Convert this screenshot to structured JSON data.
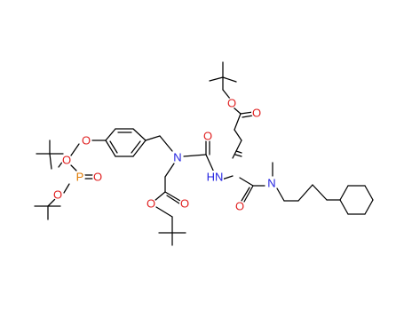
{
  "molecule": {
    "atom_labels": {
      "o_ester_top": "O",
      "o_carbonyl_top": "O",
      "o_urea": "O",
      "n_urea": "N",
      "hn_amide": "HN",
      "o_amide": "O",
      "n_methyl": "N",
      "o_ester_bottom_carbonyl": "O",
      "o_ester_bottom": "O",
      "o_aryl": "O",
      "p_phosphate": "P",
      "o_p_upper": "O",
      "o_p_double": "O",
      "o_p_lower": "O"
    },
    "colors": {
      "bond": "#000000",
      "oxygen": "#e01f1f",
      "nitrogen": "#1f1fe0",
      "phosphorus": "#e07a00"
    }
  }
}
